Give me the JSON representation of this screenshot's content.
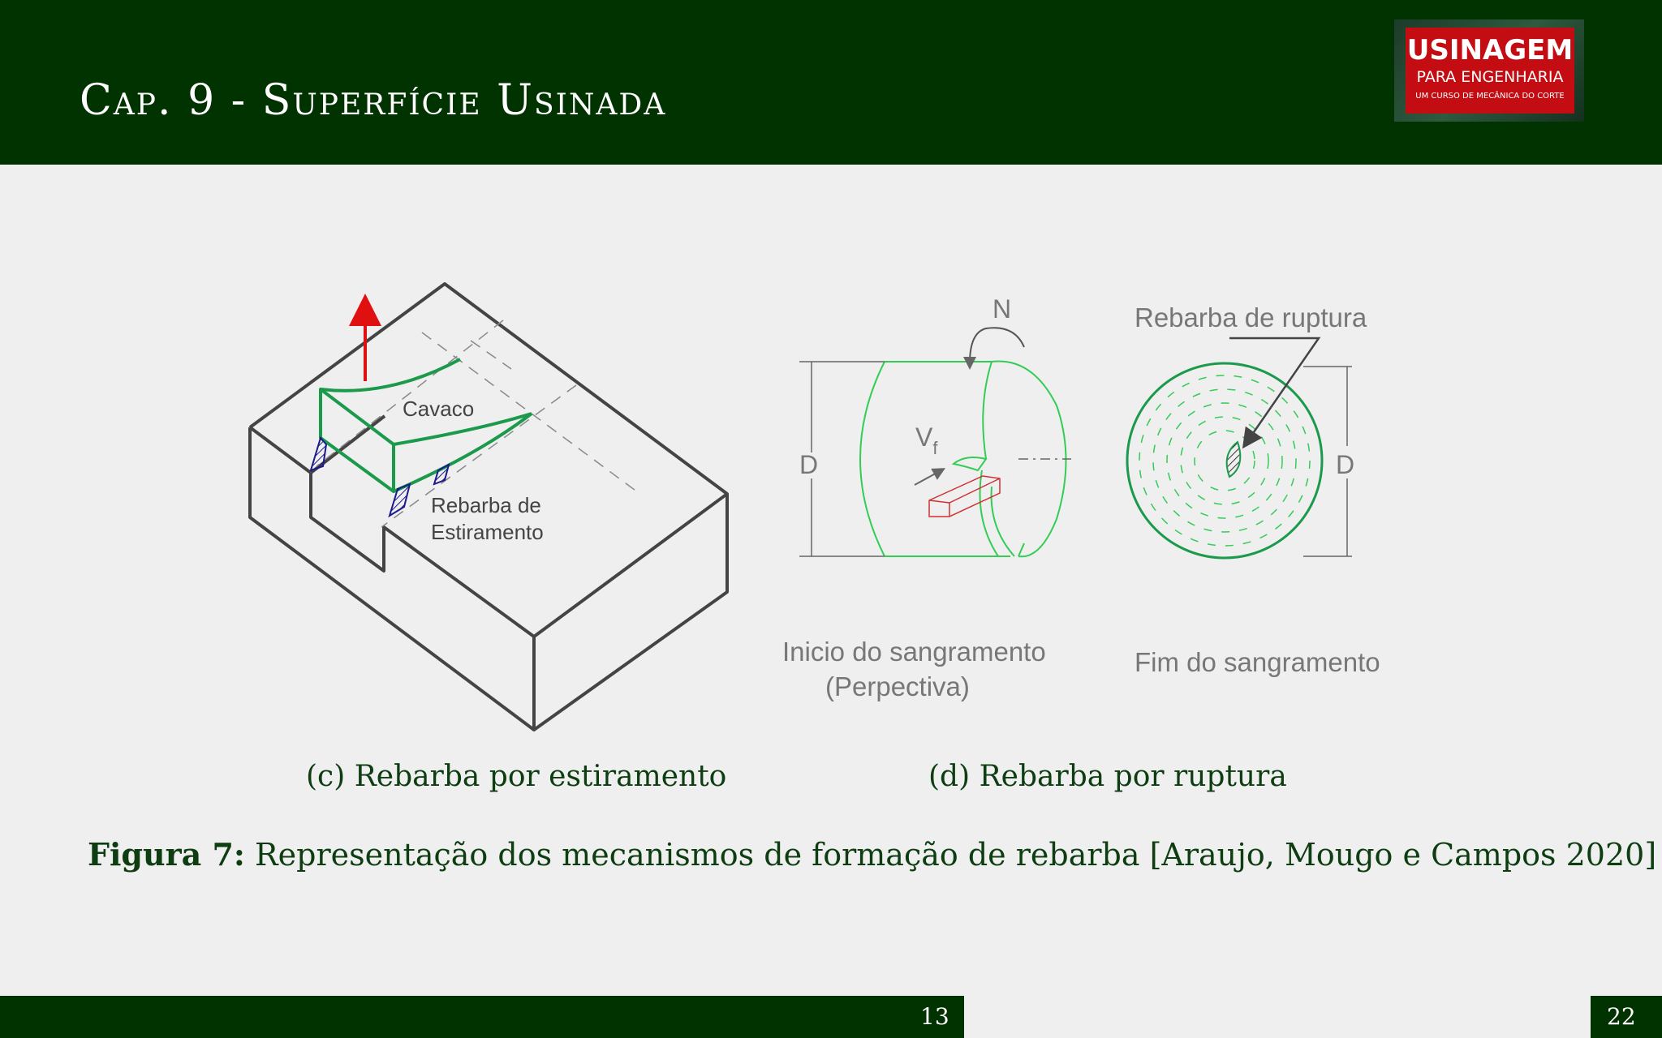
{
  "header": {
    "title": "Cap. 9 - Superfície Usinada"
  },
  "logo": {
    "line1": "USINAGEM",
    "line2": "PARA ENGENHARIA",
    "line3": "UM CURSO DE MECÂNICA DO CORTE"
  },
  "figure_left": {
    "label_chip": "Cavaco",
    "label_burr_line1": "Rebarba de",
    "label_burr_line2": "Estiramento"
  },
  "figure_right": {
    "label_n": "N",
    "label_v": "V",
    "label_v_sub": "f",
    "label_d_left": "D",
    "label_d_right": "D",
    "label_rupture": "Rebarba de ruptura",
    "label_start_line1": "Inicio do sangramento",
    "label_start_line2": "(Perpectiva)",
    "label_end": "Fim do sangramento"
  },
  "subcaptions": {
    "c": "(c)  Rebarba por estiramento",
    "d": "(d)  Rebarba por ruptura"
  },
  "caption": {
    "label": "Figura 7:",
    "text": " Representação dos mecanismos de formação de rebarba [Araujo, Mougo e Campos 2020]"
  },
  "footer": {
    "page_section": "13",
    "page_total": "22"
  },
  "colors": {
    "header_bg": "#003300",
    "caption_text": "#0d3d10",
    "logo_red": "#c40d12",
    "chip_green": "#1a9a4a",
    "arrow_red": "#e01010"
  }
}
